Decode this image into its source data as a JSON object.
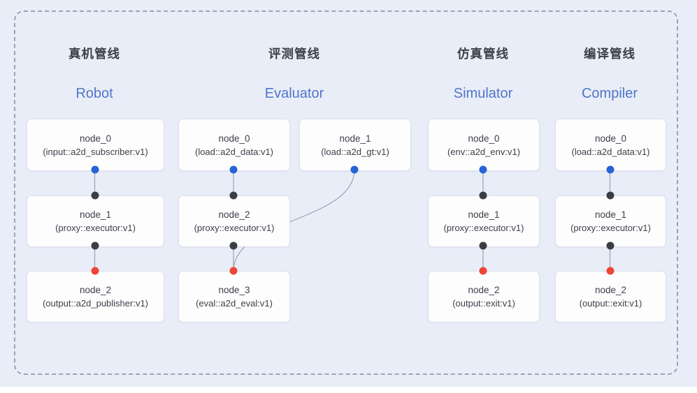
{
  "colors": {
    "canvas_bg": "#e9edf8",
    "frame_border": "#9ba3b2",
    "header_zh": "#3a3f49",
    "header_en": "#5076c8",
    "node_bg": "#fdfdfe",
    "node_border": "#dde0ea",
    "node_text": "#3c4049",
    "edge": "#9aa3b2",
    "blue_handle": "#2563d8",
    "dark_handle": "#3a3d42",
    "red_handle": "#ee4536"
  },
  "pipelines": [
    {
      "title_zh": "真机管线",
      "title_en": "Robot",
      "nodes": [
        {
          "name": "node_0",
          "type": "(input::a2d_subscriber:v1)"
        },
        {
          "name": "node_1",
          "type": "(proxy::executor:v1)"
        },
        {
          "name": "node_2",
          "type": "(output::a2d_publisher:v1)"
        }
      ]
    },
    {
      "title_zh": "评测管线",
      "title_en": "Evaluator",
      "nodes": [
        {
          "name": "node_0",
          "type": "(load::a2d_data:v1)"
        },
        {
          "name": "node_1",
          "type": "(load::a2d_gt:v1)"
        },
        {
          "name": "node_2",
          "type": "(proxy::executor:v1)"
        },
        {
          "name": "node_3",
          "type": "(eval::a2d_eval:v1)"
        }
      ]
    },
    {
      "title_zh": "仿真管线",
      "title_en": "Simulator",
      "nodes": [
        {
          "name": "node_0",
          "type": "(env::a2d_env:v1)"
        },
        {
          "name": "node_1",
          "type": "(proxy::executor:v1)"
        },
        {
          "name": "node_2",
          "type": "(output::exit:v1)"
        }
      ]
    },
    {
      "title_zh": "编译管线",
      "title_en": "Compiler",
      "nodes": [
        {
          "name": "node_0",
          "type": "(load::a2d_data:v1)"
        },
        {
          "name": "node_1",
          "type": "(proxy::executor:v1)"
        },
        {
          "name": "node_2",
          "type": "(output::exit:v1)"
        }
      ]
    }
  ]
}
